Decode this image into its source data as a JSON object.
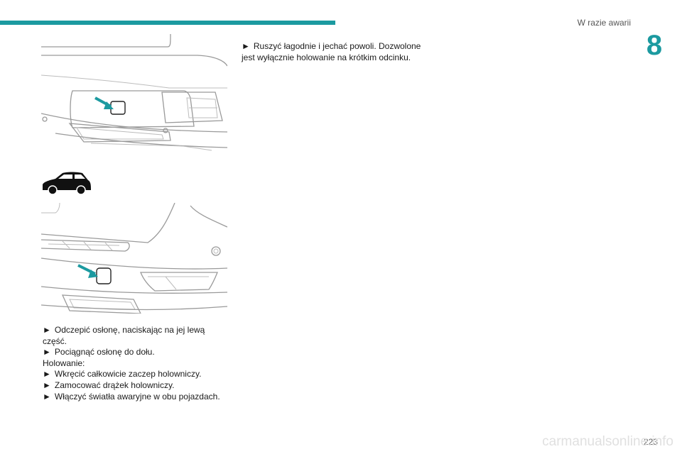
{
  "header": {
    "section": "W razie awarii",
    "chapter": "8"
  },
  "figures": {
    "fig1_icon": "bumper-cover-illustration-hatchback",
    "fig2_icon": "suv-vehicle-silhouette",
    "fig3_icon": "bumper-cover-illustration-suv",
    "accent_color": "#1c9aa0"
  },
  "left_column": {
    "items": [
      {
        "type": "step",
        "text": "Odczepić osłonę, naciskając na jej lewą część."
      },
      {
        "type": "step",
        "text": "Pociągnąć osłonę do dołu."
      },
      {
        "type": "heading",
        "text": "Holowanie:"
      },
      {
        "type": "step",
        "text": "Wkręcić całkowicie zaczep holowniczy."
      },
      {
        "type": "step",
        "text": "Zamocować drążek holowniczy."
      },
      {
        "type": "step",
        "text": "Włączyć światła awaryjne w obu pojazdach."
      }
    ]
  },
  "right_column": {
    "items": [
      {
        "type": "step",
        "text": "Ruszyć łagodnie i jechać powoli. Dozwolone jest wyłącznie holowanie na krótkim odcinku."
      }
    ]
  },
  "bullet_glyph": "►",
  "footer": {
    "page": "223",
    "watermark": "carmanualsonline.info"
  }
}
